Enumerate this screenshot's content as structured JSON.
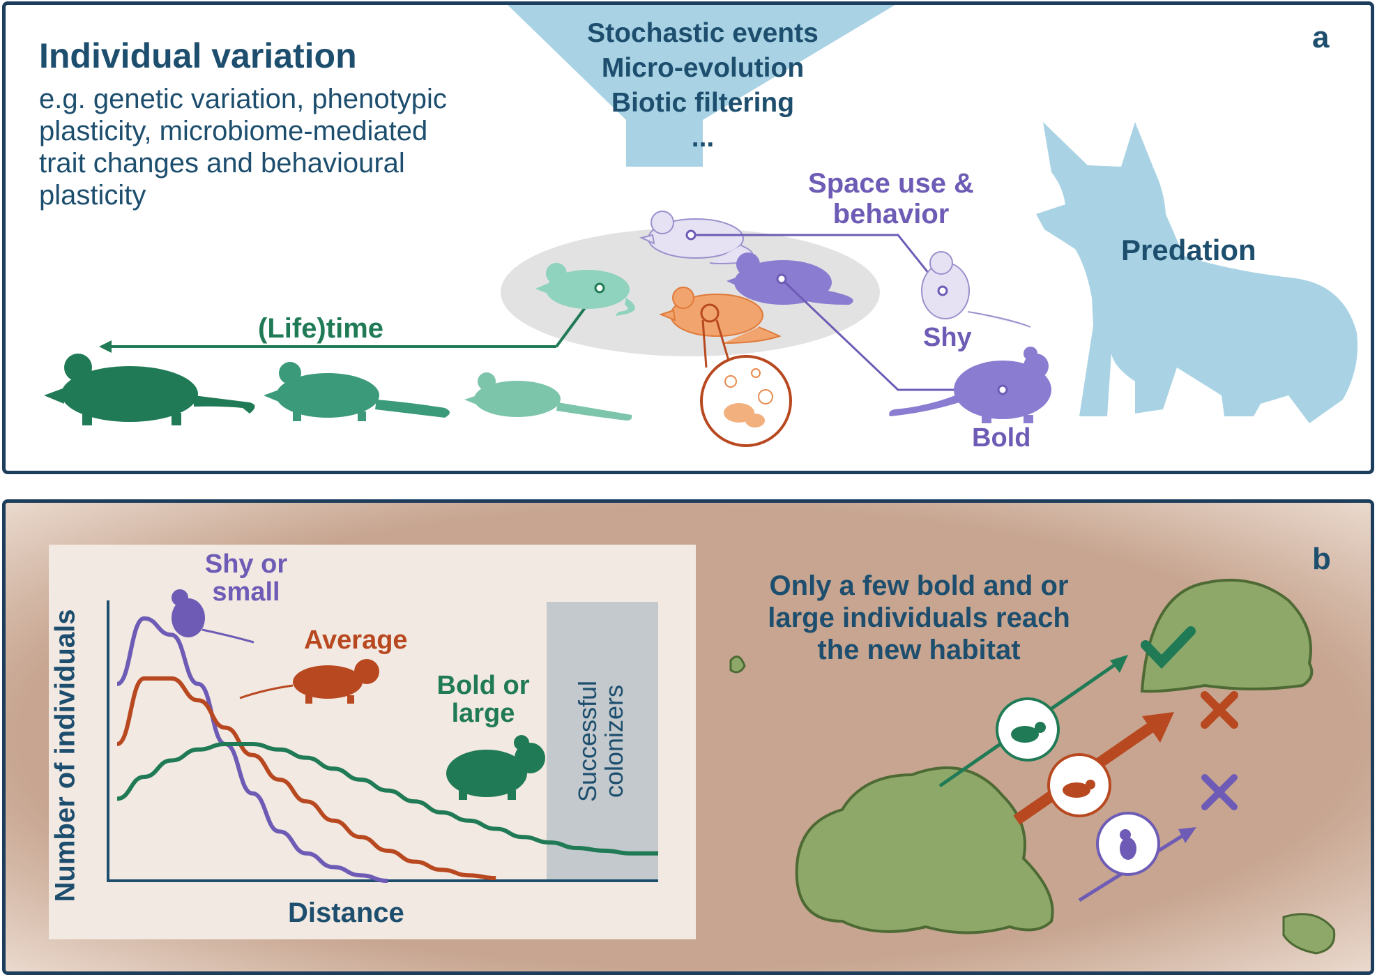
{
  "panel_a": {
    "letter": "a",
    "title": "Individual variation",
    "description_lines": [
      "e.g. genetic variation, phenotypic",
      "plasticity, microbiome-mediated",
      "trait changes and behavioural",
      "plasticity"
    ],
    "funnel_lines": [
      "Stochastic events",
      "Micro-evolution",
      "Biotic filtering",
      "..."
    ],
    "space_use_lines": [
      "Space use &",
      "behavior"
    ],
    "lifetime_label": "(Life)time",
    "shy_label": "Shy",
    "bold_label": "Bold",
    "predation_label": "Predation",
    "colors": {
      "dark_blue": "#1d4e6e",
      "green": "#1f7a55",
      "purple": "#6d5bb5",
      "orange": "#e8894a",
      "light_blue": "#a9d3e4"
    }
  },
  "panel_b": {
    "letter": "b",
    "chart_data": {
      "type": "line",
      "xlabel": "Distance",
      "ylabel": "Number of individuals",
      "x": [
        0,
        0.05,
        0.1,
        0.15,
        0.2,
        0.25,
        0.3,
        0.35,
        0.4,
        0.45,
        0.5,
        0.55,
        0.6,
        0.65,
        0.7,
        0.75,
        0.8,
        0.85,
        0.9,
        0.95,
        1.0
      ],
      "series": [
        {
          "name": "Shy or small",
          "color": "#6d5bb5",
          "values": [
            0.72,
            0.96,
            0.9,
            0.72,
            0.5,
            0.32,
            0.18,
            0.1,
            0.05,
            0.02,
            0.0,
            null,
            null,
            null,
            null,
            null,
            null,
            null,
            null,
            null,
            null
          ]
        },
        {
          "name": "Average",
          "color": "#b8481f",
          "values": [
            0.5,
            0.74,
            0.74,
            0.66,
            0.56,
            0.46,
            0.37,
            0.29,
            0.22,
            0.16,
            0.11,
            0.07,
            0.04,
            0.02,
            0.01,
            null,
            null,
            null,
            null,
            null,
            null
          ]
        },
        {
          "name": "Bold or large",
          "color": "#1f7a55",
          "values": [
            0.3,
            0.38,
            0.44,
            0.48,
            0.5,
            0.5,
            0.48,
            0.45,
            0.41,
            0.37,
            0.33,
            0.29,
            0.25,
            0.22,
            0.19,
            0.16,
            0.14,
            0.12,
            0.11,
            0.1,
            0.1
          ]
        }
      ],
      "shaded_region_label": [
        "Successful",
        "colonizers"
      ]
    },
    "shy_label": [
      "Shy or",
      "small"
    ],
    "average_label": "Average",
    "bold_label": [
      "Bold or",
      "large"
    ],
    "message_lines": [
      "Only a few bold and or",
      "large individuals reach",
      "the new habitat"
    ],
    "outcomes": [
      {
        "name": "bold-or-large",
        "result": "success"
      },
      {
        "name": "average",
        "result": "fail"
      },
      {
        "name": "shy-or-small",
        "result": "fail"
      }
    ]
  }
}
